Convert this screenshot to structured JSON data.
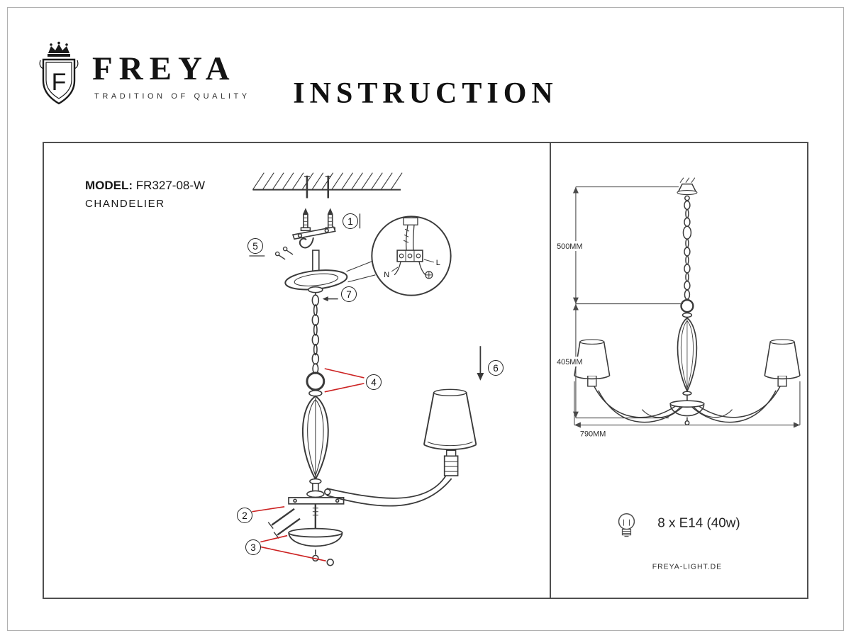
{
  "brand": {
    "name": "FREYA",
    "tagline": "TRADITION OF QUALITY",
    "crest_letter": "F"
  },
  "title": "INSTRUCTION",
  "assembly": {
    "model_label": "MODEL:",
    "model_value": "FR327-08-W",
    "product_type": "CHANDELIER",
    "steps": [
      "1",
      "2",
      "3",
      "4",
      "5",
      "6",
      "7"
    ],
    "wiring": {
      "neutral": "N",
      "live": "L"
    }
  },
  "specs": {
    "dim_chain": "500MM",
    "dim_body": "405MM",
    "dim_width": "790MM",
    "bulbs": "8 x E14 (40w)",
    "website": "FREYA-LIGHT.DE"
  },
  "colors": {
    "line": "#3a3a3a",
    "leader": "#cc2222",
    "dim": "#4a4a4a"
  }
}
